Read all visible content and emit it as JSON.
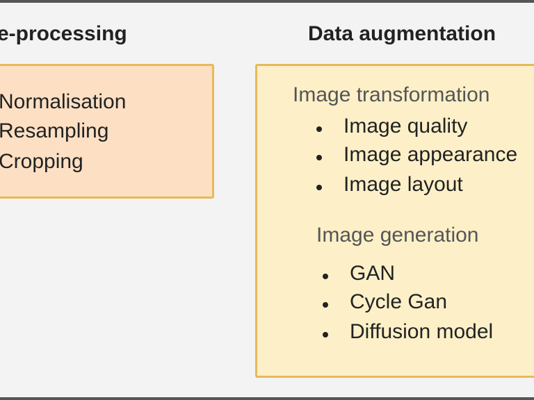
{
  "preprocessing": {
    "title": "e-processing",
    "items": [
      "Normalisation",
      "Resampling",
      "Cropping"
    ]
  },
  "augmentation": {
    "title": "Data augmentation",
    "transformation": {
      "title": "Image transformation",
      "items": [
        "Image quality",
        "Image appearance",
        "Image layout"
      ]
    },
    "generation": {
      "title": "Image generation",
      "items": [
        "GAN",
        "Cycle Gan",
        "Diffusion model"
      ]
    }
  },
  "colors": {
    "preprocessing_fill": "#fde0c4",
    "augmentation_fill": "#fdf0c8",
    "box_border": "#e8b85a"
  }
}
